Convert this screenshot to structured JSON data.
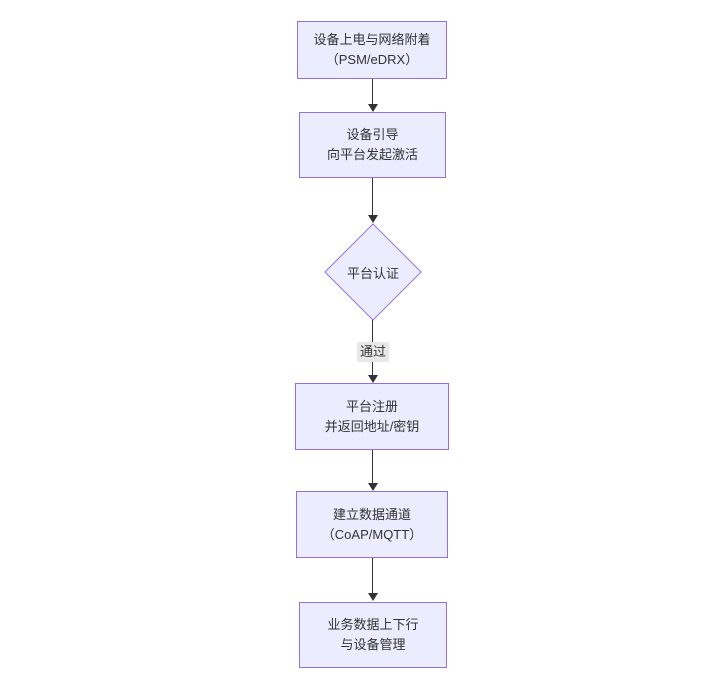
{
  "diagram": {
    "type": "flowchart",
    "direction": "top-down",
    "nodes": [
      {
        "id": "power_attach",
        "shape": "rect",
        "lines": [
          "设备上电与网络附着",
          "（PSM/eDRX）"
        ]
      },
      {
        "id": "bootstrap",
        "shape": "rect",
        "lines": [
          "设备引导",
          "向平台发起激活"
        ]
      },
      {
        "id": "auth",
        "shape": "diamond",
        "lines": [
          "平台认证"
        ]
      },
      {
        "id": "register",
        "shape": "rect",
        "lines": [
          "平台注册",
          "并返回地址/密钥"
        ]
      },
      {
        "id": "data_channel",
        "shape": "rect",
        "lines": [
          "建立数据通道",
          "（CoAP/MQTT）"
        ]
      },
      {
        "id": "business",
        "shape": "rect",
        "lines": [
          "业务数据上下行",
          "与设备管理"
        ]
      }
    ],
    "edges": [
      {
        "from": "power_attach",
        "to": "bootstrap",
        "label": ""
      },
      {
        "from": "bootstrap",
        "to": "auth",
        "label": ""
      },
      {
        "from": "auth",
        "to": "register",
        "label": "通过"
      },
      {
        "from": "register",
        "to": "data_channel",
        "label": ""
      },
      {
        "from": "data_channel",
        "to": "business",
        "label": ""
      }
    ],
    "colors": {
      "node_fill": "#ECECFF",
      "node_border": "#9370DB",
      "text": "#333333",
      "arrow": "#333333",
      "edge_label_bg": "#e8e8e8",
      "background": "#ffffff"
    }
  }
}
